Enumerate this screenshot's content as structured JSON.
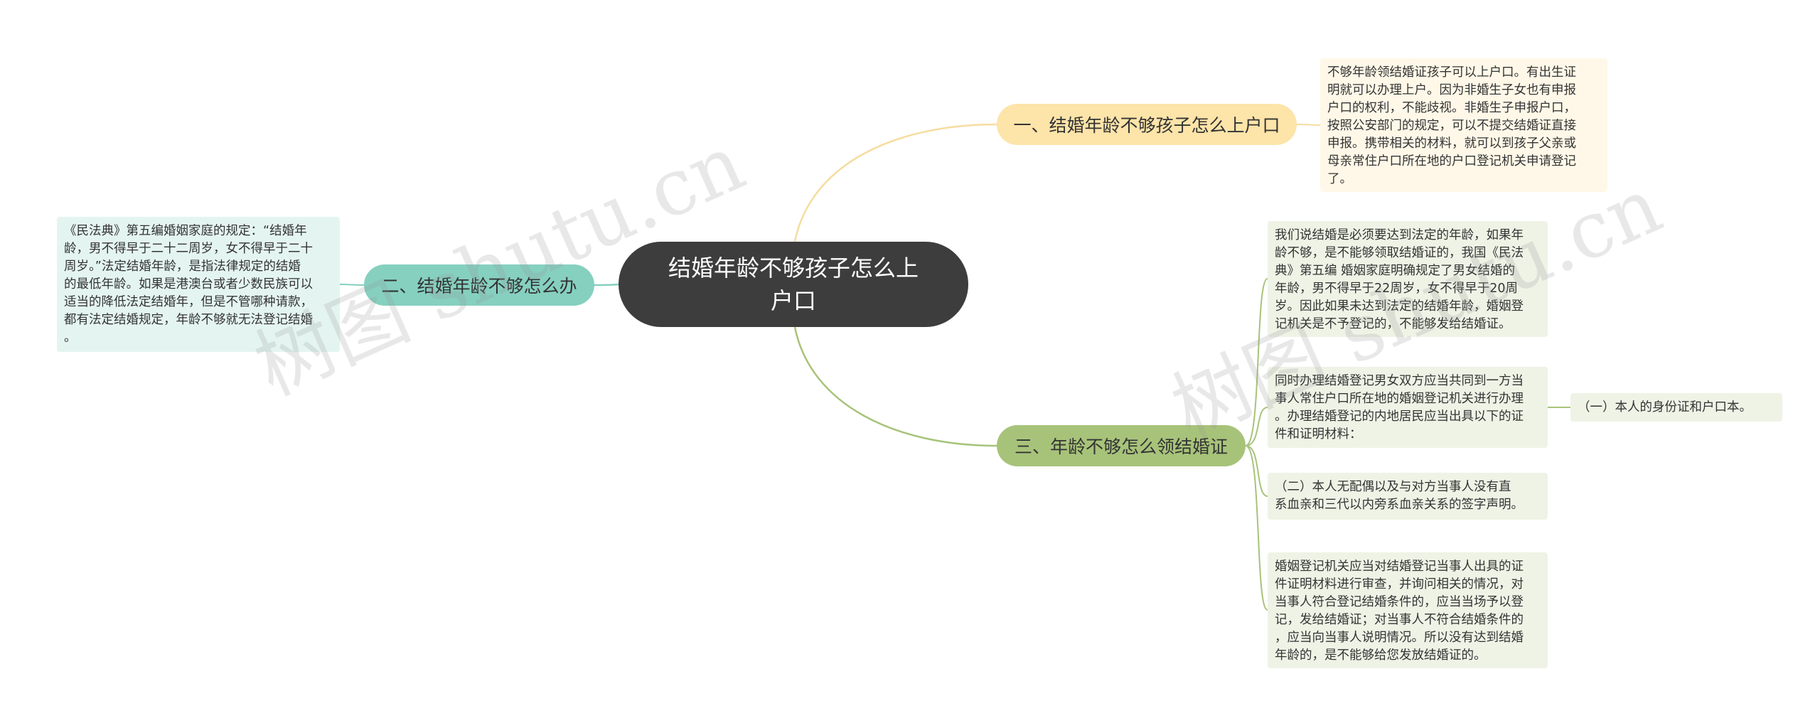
{
  "root": {
    "label": "结婚年龄不够孩子怎么上户口"
  },
  "branches": [
    {
      "label": "一、结婚年龄不够孩子怎么上户口",
      "color": "#fde4a9",
      "details": [
        "不够年龄领结婚证孩子可以上户口。有出生证\n明就可以办理上户。因为非婚生子女也有申报\n户口的权利，不能歧视。非婚生子申报户口，\n按照公安部门的规定，可以不提交结婚证直接\n申报。携带相关的材料，就可以到孩子父亲或\n母亲常住户口所在地的户口登记机关申请登记\n了。"
      ]
    },
    {
      "label": "二、结婚年龄不够怎么办",
      "color": "#86d0c0",
      "details": [
        "《民法典》第五编婚姻家庭的规定：“结婚年\n龄，男不得早于二十二周岁，女不得早于二十\n周岁。”法定结婚年龄，是指法律规定的结婚\n的最低年龄。如果是港澳台或者少数民族可以\n适当的降低法定结婚年，但是不管哪种请款，\n都有法定结婚规定，年龄不够就无法登记结婚\n。"
      ]
    },
    {
      "label": "三、年龄不够怎么领结婚证",
      "color": "#a7c37a",
      "details": [
        "我们说结婚是必须要达到法定的年龄，如果年\n龄不够，是不能够领取结婚证的，我国《民法\n典》第五编 婚姻家庭明确规定了男女结婚的\n年龄，男不得早于22周岁，女不得早于20周\n岁。因此如果未达到法定的结婚年龄，婚姻登\n记机关是不予登记的，不能够发给结婚证。",
        "同时办理结婚登记男女双方应当共同到一方当\n事人常住户口所在地的婚姻登记机关进行办理\n。办理结婚登记的内地居民应当出具以下的证\n件和证明材料：",
        "（二）本人无配偶以及与对方当事人没有直\n系血亲和三代以内旁系血亲关系的签字声明。",
        "婚姻登记机关应当对结婚登记当事人出具的证\n件证明材料进行审查，并询问相关的情况，对\n当事人符合登记结婚条件的，应当当场予以登\n记，发给结婚证；对当事人不符合结婚条件的\n，应当向当事人说明情况。所以没有达到结婚\n年龄的，是不能够给您发放结婚证的。"
      ],
      "sub_detail": "（一）本人的身份证和户口本。"
    }
  ],
  "watermark": [
    "树图 shutu.cn",
    "树图 shutu.cn"
  ]
}
